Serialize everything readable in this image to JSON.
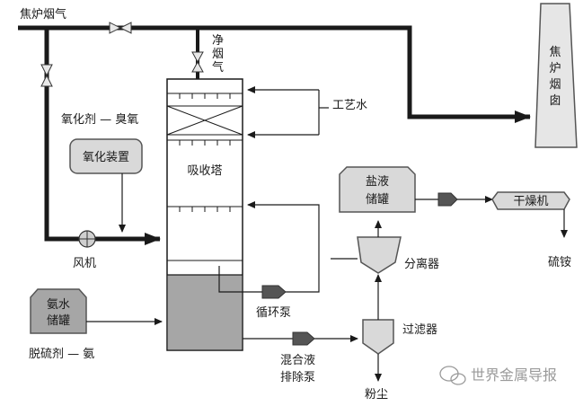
{
  "labels": {
    "coke_oven_flue_gas": "焦炉烟气",
    "clean_flue_gas_1": "净",
    "clean_flue_gas_2": "烟",
    "clean_flue_gas_3": "气",
    "oxidant": "氧化剂 — 臭氧",
    "oxidation_device": "氧化装置",
    "fan": "风机",
    "ammonia_tank_1": "氨水",
    "ammonia_tank_2": "储罐",
    "desulfurizer": "脱硫剂 — 氨",
    "absorption_tower": "吸收塔",
    "process_water": "工艺水",
    "circulation_pump": "循环泵",
    "mixed_liquid_1": "混合液",
    "mixed_liquid_2": "排除泵",
    "brine_tank_1": "盐液",
    "brine_tank_2": "储罐",
    "separator": "分离器",
    "dryer": "干燥机",
    "ammonium_sulfate": "硫铵",
    "filter": "过滤器",
    "dust": "粉尘",
    "chimney_1": "焦",
    "chimney_2": "炉",
    "chimney_3": "烟",
    "chimney_4": "囱",
    "watermark": "世界金属导报"
  },
  "colors": {
    "line": "#1a1a1a",
    "box_fill": "#d9d9d9",
    "box_stroke": "#555555",
    "tower_liquid": "#a6a6a6",
    "chimney_fill": "#e6e6e6"
  }
}
